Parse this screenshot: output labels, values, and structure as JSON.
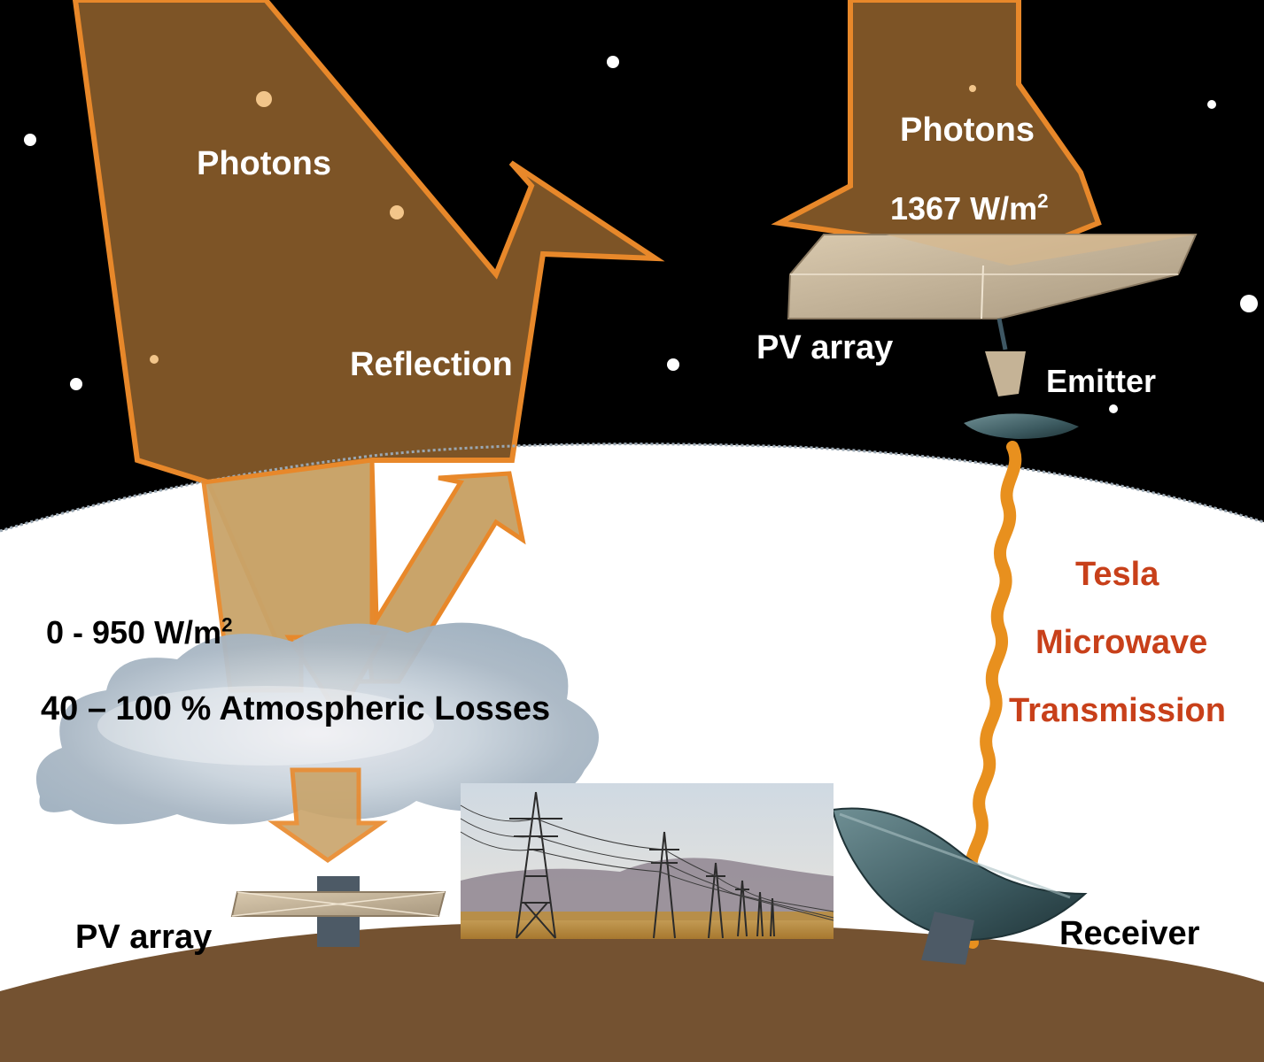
{
  "space_side": {
    "photons_label": "Photons",
    "irradiance_label": "1367 W/m",
    "irradiance_exp": "2",
    "pv_label": "PV array",
    "emitter_label": "Emitter"
  },
  "ground_side": {
    "photons_label": "Photons",
    "reflection_label": "Reflection",
    "losses_label": "40 – 100 % Atmospheric Losses",
    "irradiance_label": "0 - 950 W/m",
    "irradiance_exp": "2",
    "pv_label": "PV array"
  },
  "transmission": {
    "line1": "Tesla",
    "line2": "Microwave",
    "line3": "Transmission",
    "receiver_label": "Receiver"
  },
  "colors": {
    "space": "#000000",
    "photon_arrow": "#7d5426",
    "photon_arrow_outline": "#e8882a",
    "atmosphere_arrow": "#c9a46a",
    "ground": "#745231",
    "microwave_beam": "#e8901e",
    "transmission_text": "#c8401a"
  },
  "icons": [
    "star-dots",
    "cloud",
    "pv-panel",
    "emitter-dish",
    "receiver-dish",
    "power-lines-photo"
  ]
}
